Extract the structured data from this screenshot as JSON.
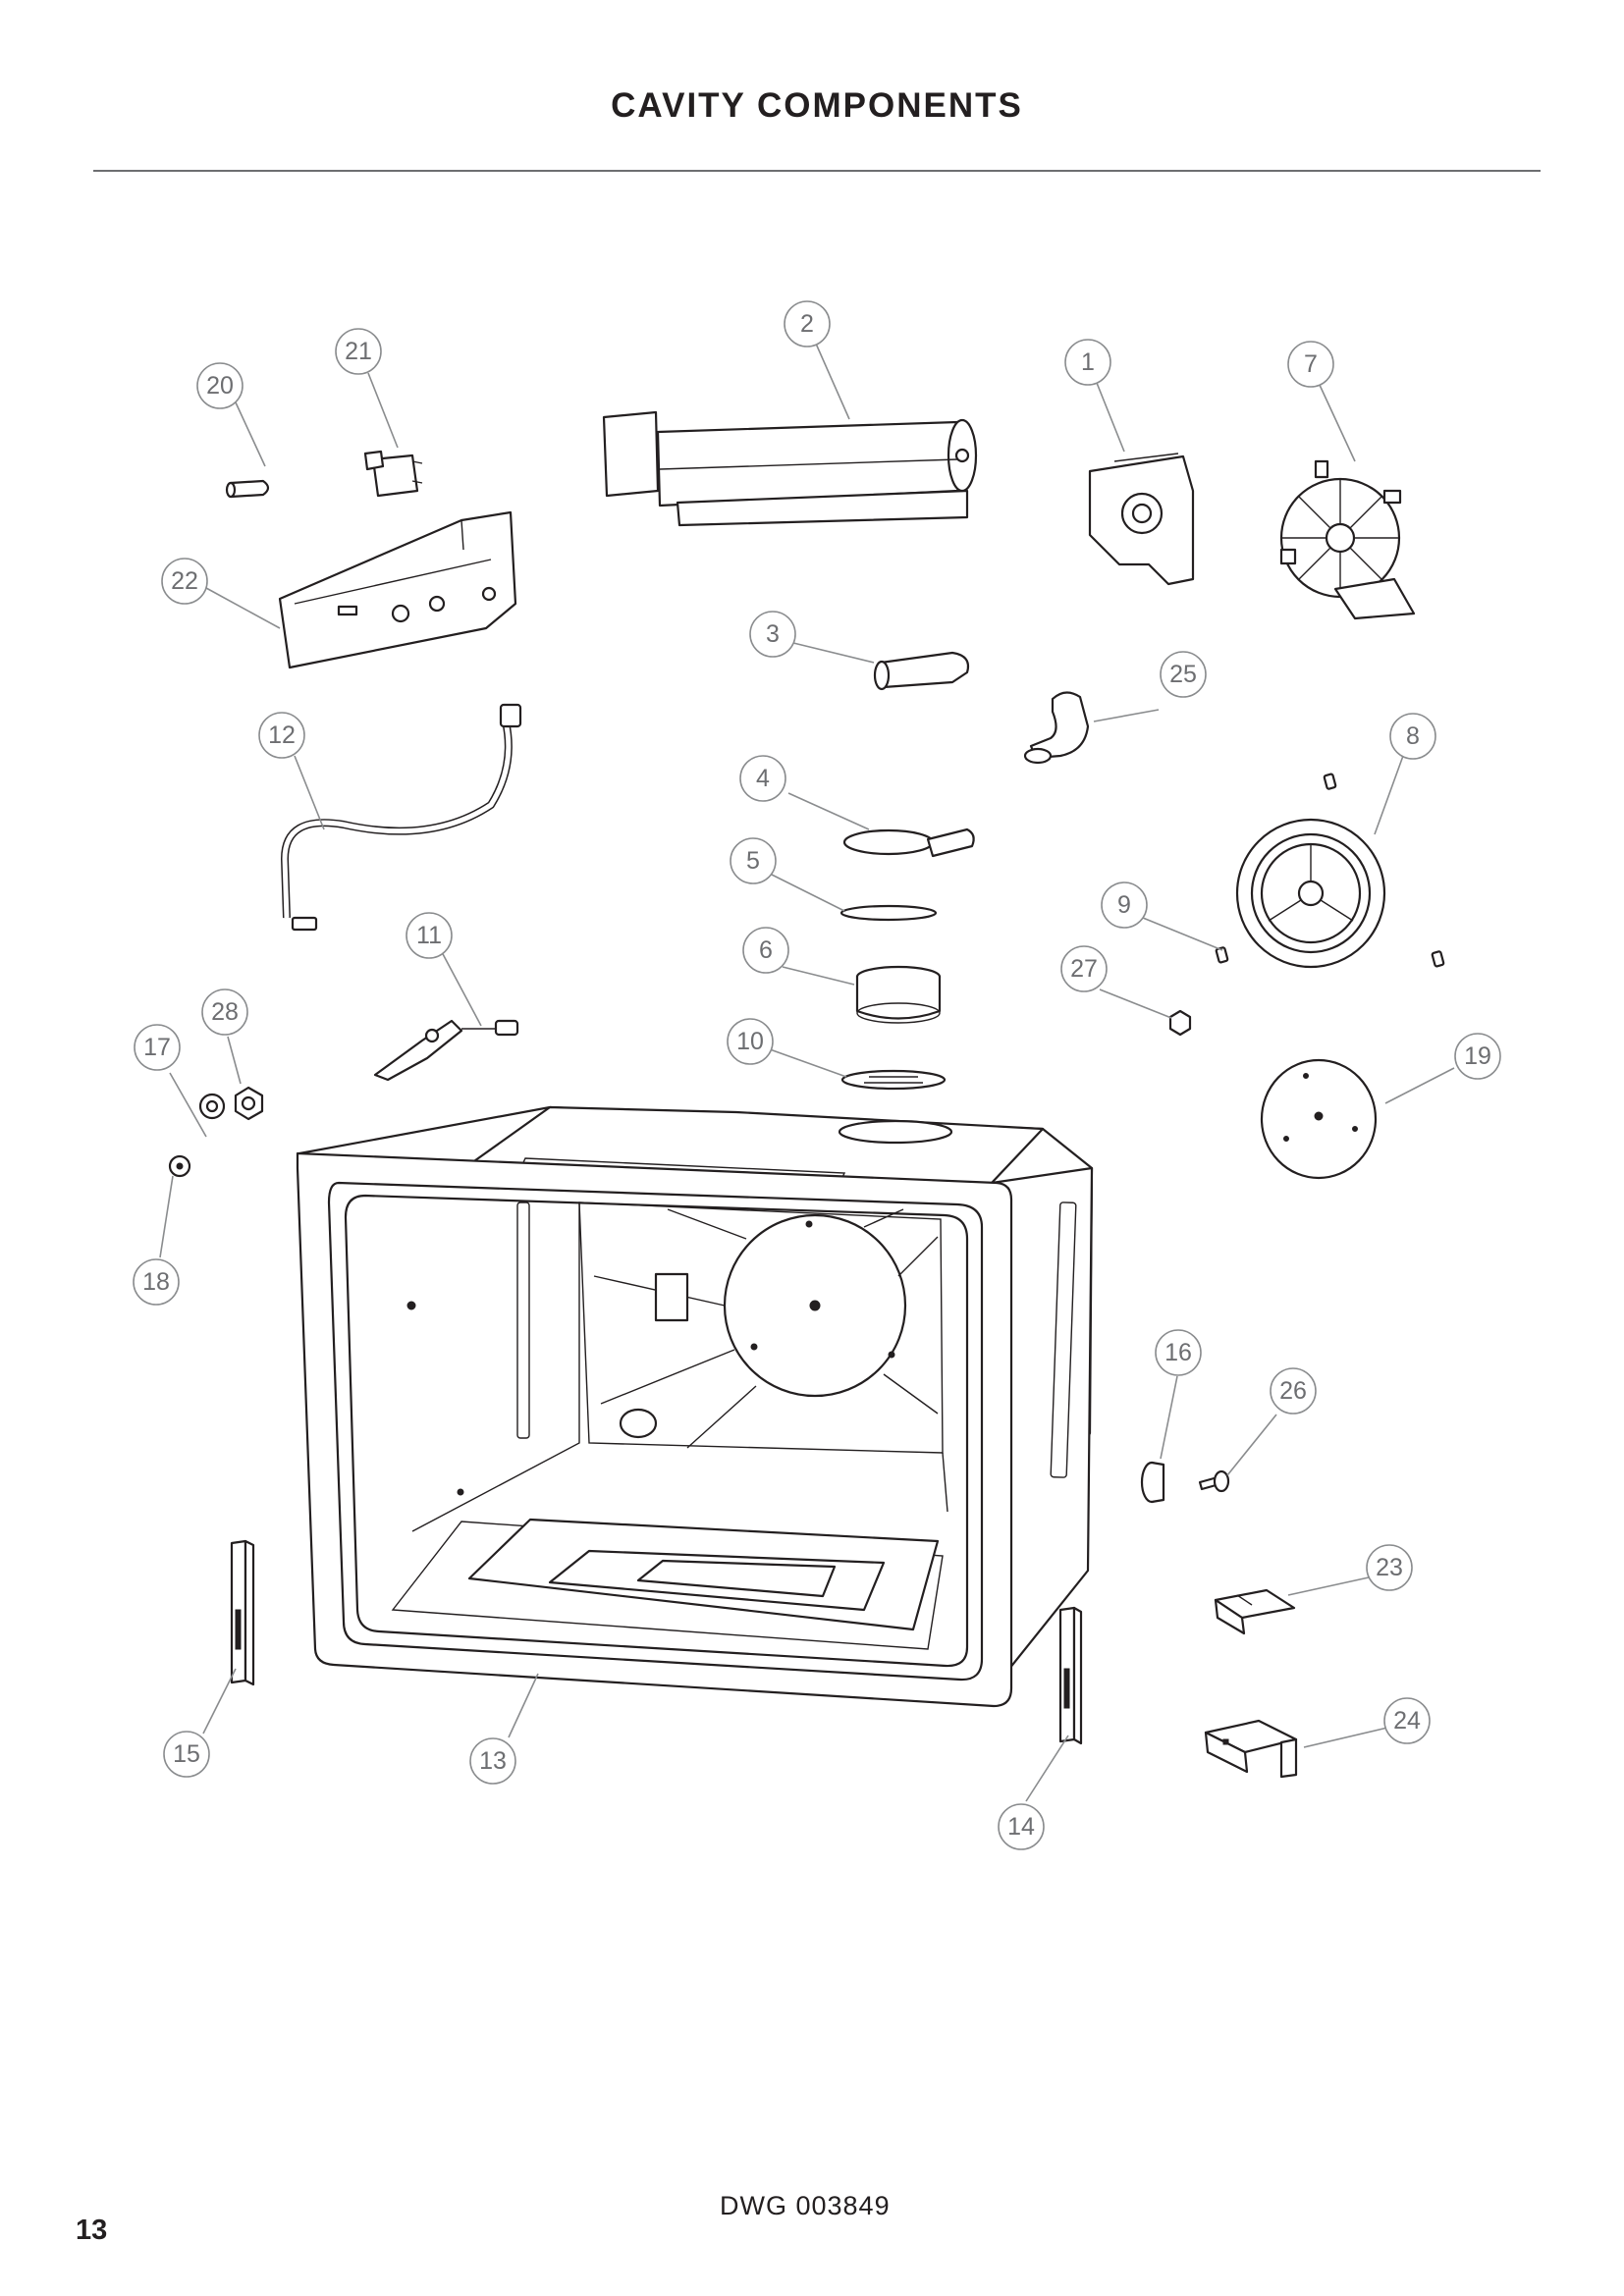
{
  "title": "CAVITY COMPONENTS",
  "drawing_number": "DWG 003849",
  "page_number": "13",
  "callouts": [
    {
      "id": "c1",
      "label": "1"
    },
    {
      "id": "c2",
      "label": "2"
    },
    {
      "id": "c3",
      "label": "3"
    },
    {
      "id": "c4",
      "label": "4"
    },
    {
      "id": "c5",
      "label": "5"
    },
    {
      "id": "c6",
      "label": "6"
    },
    {
      "id": "c7",
      "label": "7"
    },
    {
      "id": "c8",
      "label": "8"
    },
    {
      "id": "c9",
      "label": "9"
    },
    {
      "id": "c10",
      "label": "10"
    },
    {
      "id": "c11",
      "label": "11"
    },
    {
      "id": "c12",
      "label": "12"
    },
    {
      "id": "c13",
      "label": "13"
    },
    {
      "id": "c14",
      "label": "14"
    },
    {
      "id": "c15",
      "label": "15"
    },
    {
      "id": "c16",
      "label": "16"
    },
    {
      "id": "c17",
      "label": "17"
    },
    {
      "id": "c18",
      "label": "18"
    },
    {
      "id": "c19",
      "label": "19"
    },
    {
      "id": "c20",
      "label": "20"
    },
    {
      "id": "c21",
      "label": "21"
    },
    {
      "id": "c22",
      "label": "22"
    },
    {
      "id": "c23",
      "label": "23"
    },
    {
      "id": "c24",
      "label": "24"
    },
    {
      "id": "c25",
      "label": "25"
    },
    {
      "id": "c26",
      "label": "26"
    },
    {
      "id": "c27",
      "label": "27"
    },
    {
      "id": "c28",
      "label": "28"
    }
  ]
}
